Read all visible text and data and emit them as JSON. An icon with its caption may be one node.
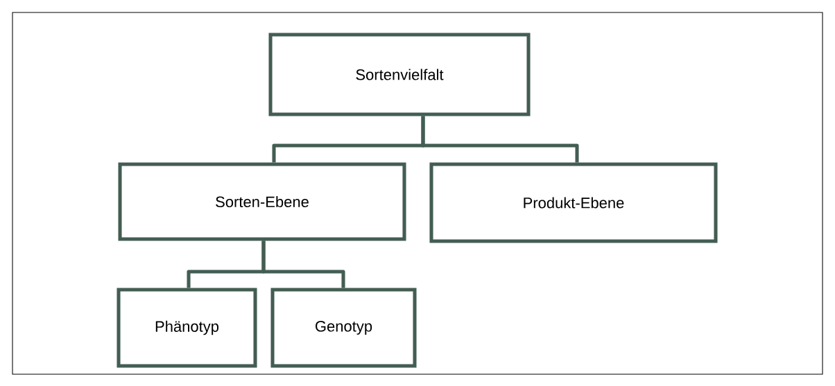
{
  "diagram": {
    "nodes": [
      {
        "text": [
          "Sortenvielfalt"
        ]
      },
      {
        "text": [
          "Sorten-Ebene"
        ]
      },
      {
        "text": [
          "Produkt-Ebene"
        ]
      },
      {
        "text": [
          "Phänotyp"
        ]
      },
      {
        "text": [
          "Genotyp"
        ]
      }
    ],
    "edges": [
      {
        "from": 0,
        "to": 1,
        "arrow": "none"
      },
      {
        "from": 0,
        "to": 2,
        "arrow": "none"
      },
      {
        "from": 1,
        "to": 3,
        "arrow": "none"
      },
      {
        "from": 1,
        "to": 4,
        "arrow": "none"
      }
    ]
  }
}
